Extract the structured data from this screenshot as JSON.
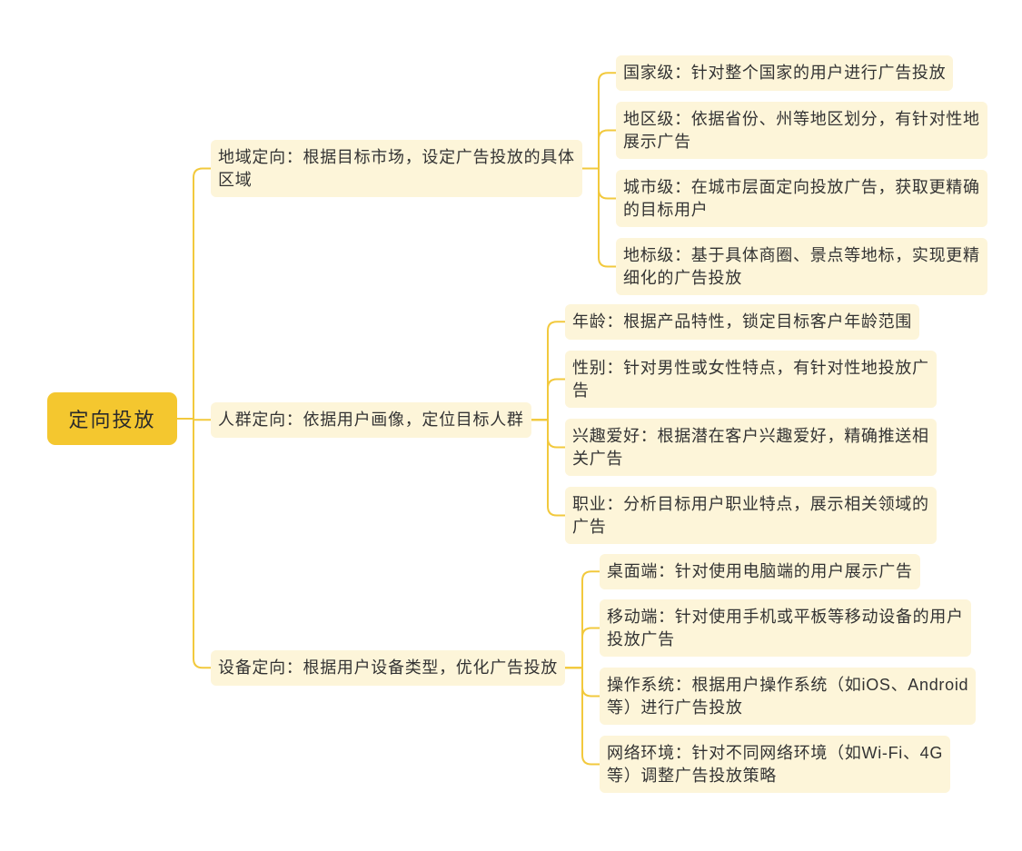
{
  "root": {
    "text": "定向投放"
  },
  "branches": [
    {
      "text": "地域定向：根据目标市场，设定广告投放的具体\n区域",
      "children": [
        {
          "text": "国家级：针对整个国家的用户进行广告投放"
        },
        {
          "text": "地区级：依据省份、州等地区划分，有针对性地\n展示广告"
        },
        {
          "text": "城市级：在城市层面定向投放广告，获取更精确\n的目标用户"
        },
        {
          "text": "地标级：基于具体商圈、景点等地标，实现更精\n细化的广告投放"
        }
      ]
    },
    {
      "text": "人群定向：依据用户画像，定位目标人群",
      "children": [
        {
          "text": "年龄：根据产品特性，锁定目标客户年龄范围"
        },
        {
          "text": "性别：针对男性或女性特点，有针对性地投放广\n告"
        },
        {
          "text": "兴趣爱好：根据潜在客户兴趣爱好，精确推送相\n关广告"
        },
        {
          "text": "职业：分析目标用户职业特点，展示相关领域的\n广告"
        }
      ]
    },
    {
      "text": "设备定向：根据用户设备类型，优化广告投放",
      "children": [
        {
          "text": "桌面端：针对使用电脑端的用户展示广告"
        },
        {
          "text": "移动端：针对使用手机或平板等移动设备的用户\n投放广告"
        },
        {
          "text": "操作系统：根据用户操作系统（如iOS、Android\n等）进行广告投放"
        },
        {
          "text": "网络环境：针对不同网络环境（如Wi-Fi、4G\n等）调整广告投放策略"
        }
      ]
    }
  ],
  "colors": {
    "root_fill": "#f4c72f",
    "node_fill": "#fdf5d9",
    "connector": "#f2c93d",
    "text": "#333333",
    "background": "#ffffff"
  }
}
